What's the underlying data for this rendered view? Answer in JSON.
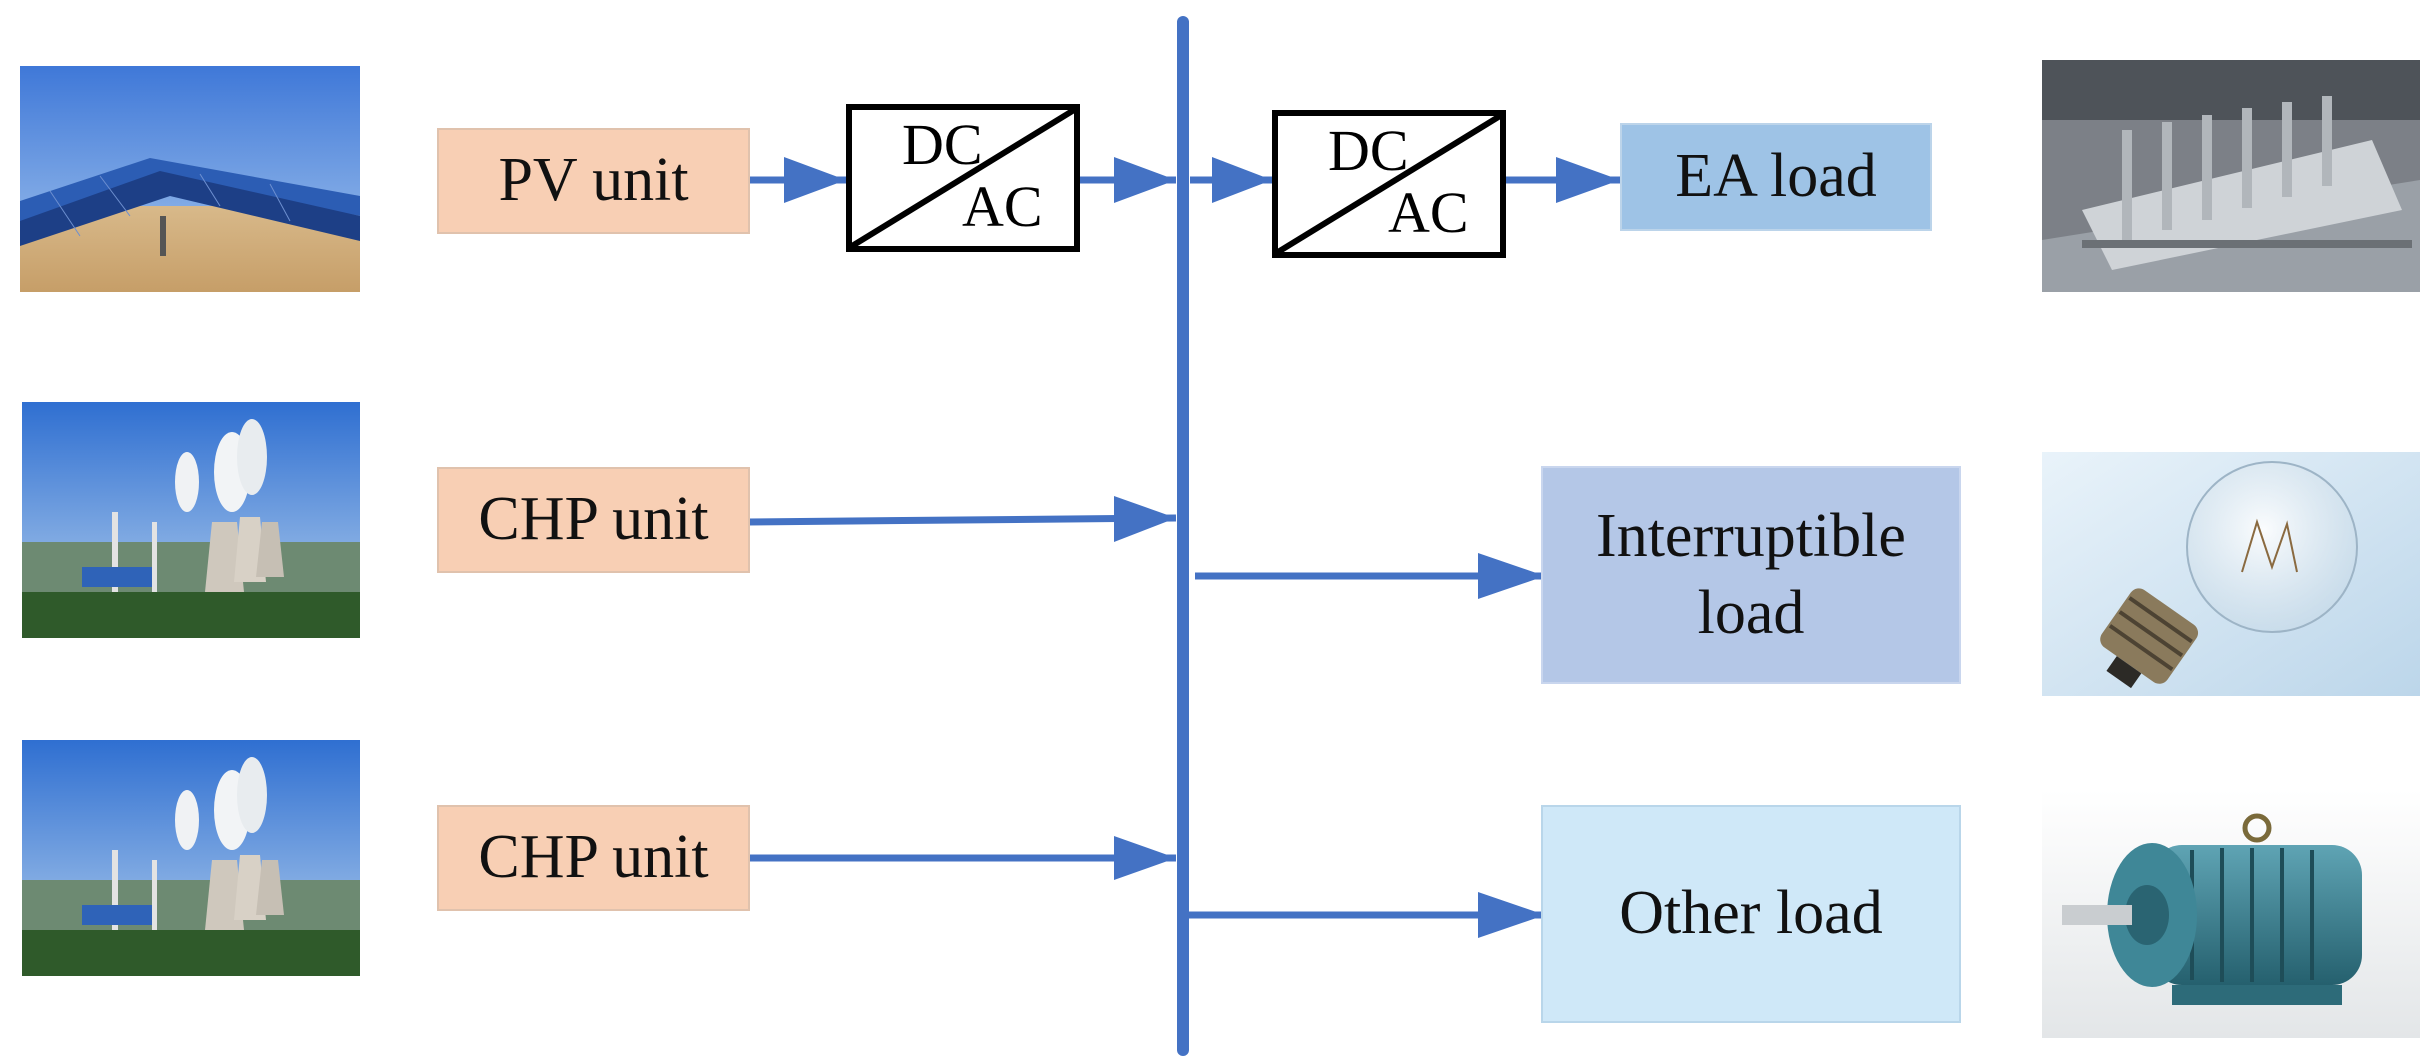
{
  "sources": {
    "pv": "PV unit",
    "chp1": "CHP unit",
    "chp2": "CHP unit"
  },
  "converters": {
    "left": {
      "top": "DC",
      "bottom": "AC"
    },
    "right": {
      "top": "DC",
      "bottom": "AC"
    }
  },
  "loads": {
    "ea": "EA load",
    "interruptible_line1": "Interruptible",
    "interruptible_line2": "load",
    "other": "Other load"
  },
  "pictures": {
    "pv": "solar-panel-photo",
    "chp1": "power-plant-photo",
    "chp2": "power-plant-photo",
    "ea": "electrolytic-aluminum-cell-photo",
    "interruptible": "light-bulb-photo",
    "other": "electric-motor-photo"
  },
  "colors": {
    "wire": "#4472c4",
    "source_fill": "#f8cfb4",
    "ea_fill": "#9ec3e6",
    "interruptible_fill": "#b4c7e7",
    "other_fill": "#cfe8f8"
  }
}
